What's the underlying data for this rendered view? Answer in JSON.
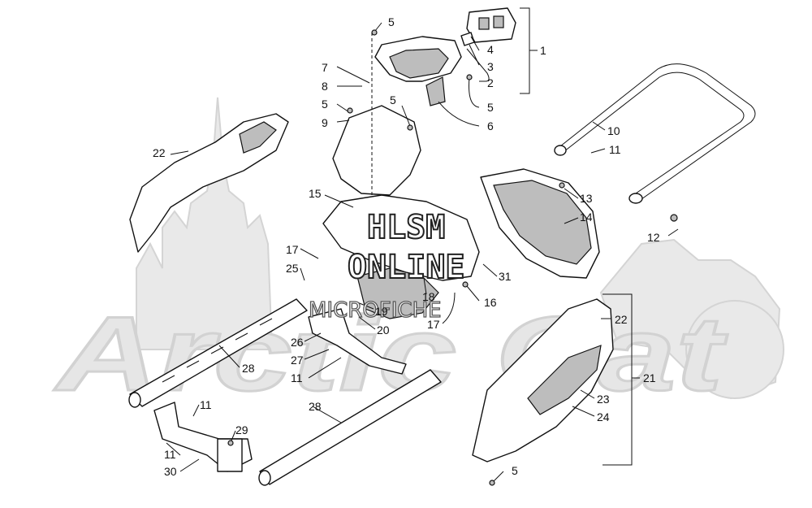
{
  "watermark": {
    "line1": "HLSM",
    "line2": "ONLINE",
    "line3": "MICROFICHE",
    "background_brand": "Arctic Cat"
  },
  "callouts": {
    "c1": "1",
    "c2": "2",
    "c3": "3",
    "c4": "4",
    "c5a": "5",
    "c5b": "5",
    "c5c": "5",
    "c5d": "5",
    "c5e": "5",
    "c6": "6",
    "c7": "7",
    "c8": "8",
    "c9": "9",
    "c10": "10",
    "c11a": "11",
    "c11b": "11",
    "c11c": "11",
    "c11d": "11",
    "c12": "12",
    "c13": "13",
    "c14": "14",
    "c15": "15",
    "c16": "16",
    "c17a": "17",
    "c17b": "17",
    "c18": "18",
    "c19": "19",
    "c20": "20",
    "c21": "21",
    "c22a": "22",
    "c22b": "22",
    "c23": "23",
    "c24": "24",
    "c25": "25",
    "c26": "26",
    "c27": "27",
    "c28a": "28",
    "c28b": "28",
    "c29": "29",
    "c30": "30",
    "c31": "31"
  },
  "colors": {
    "background": "#ffffff",
    "line": "#111111",
    "watermark_fill": "#e6e6e6"
  }
}
